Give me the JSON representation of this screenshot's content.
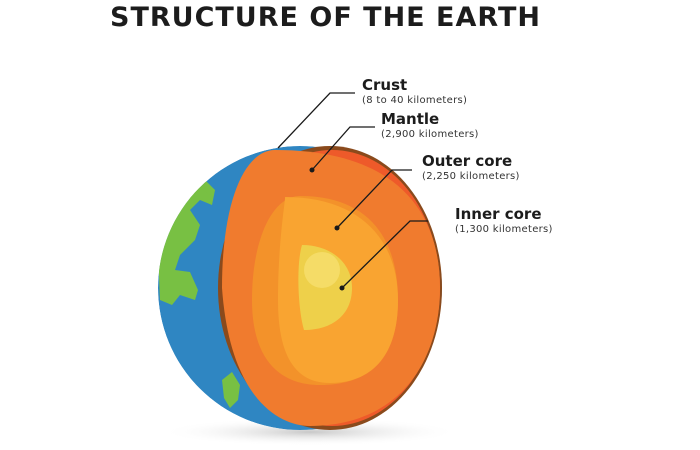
{
  "title": "STRUCTURE OF THE EARTH",
  "layers": [
    {
      "name": "Crust",
      "thickness": "(8 to 40 kilometers)",
      "color": "#8a4a1c"
    },
    {
      "name": "Mantle",
      "thickness": "(2,900 kilometers)",
      "color": "#f07b2e"
    },
    {
      "name": "Outer core",
      "thickness": "(2,250 kilometers)",
      "color": "#f9a431"
    },
    {
      "name": "Inner core",
      "thickness": "(1,300 kilometers)",
      "color": "#eed04a"
    }
  ],
  "colors": {
    "ocean": "#2f86c2",
    "land": "#78c043",
    "crust_edge": "#8a4a1c",
    "mantle_outer": "#ee5a2a",
    "mantle": "#f07b2e",
    "outer_core_shade": "#f3922a",
    "outer_core": "#f9a431",
    "inner_core": "#eed04a",
    "inner_core_highlight": "#f6df6e",
    "leader_line": "#1a1a1a"
  }
}
